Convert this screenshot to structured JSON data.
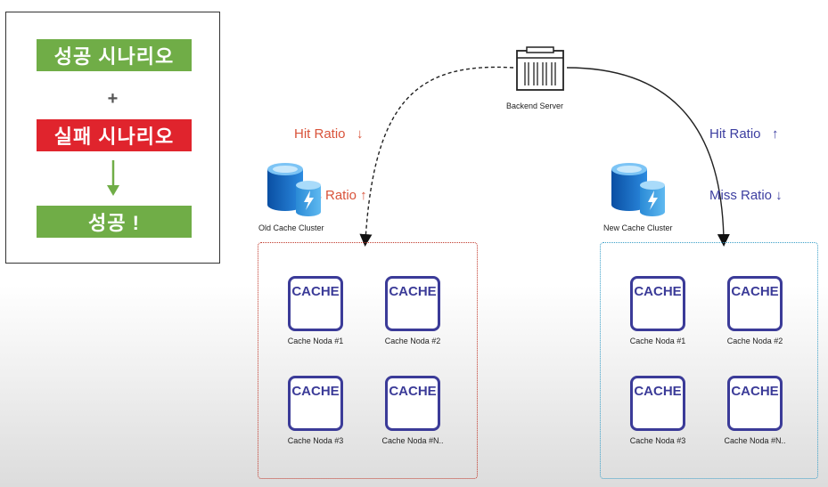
{
  "flow": {
    "success_scenario": "성공 시나리오",
    "plus": "+",
    "failure_scenario": "실패 시나리오",
    "result": "성공 !"
  },
  "backend": {
    "label": "Backend Server"
  },
  "old_ratio": {
    "hit": "Hit Ratio   ↓",
    "miss": "Miss Ratio ↑"
  },
  "new_ratio": {
    "hit": "Hit Ratio   ↑",
    "miss": "Miss Ratio ↓"
  },
  "old_cluster": {
    "label": "Old Cache Cluster",
    "nodes": [
      {
        "icon_text": "CACHE",
        "label": "Cache Noda #1"
      },
      {
        "icon_text": "CACHE",
        "label": "Cache Noda #2"
      },
      {
        "icon_text": "CACHE",
        "label": "Cache Noda #3"
      },
      {
        "icon_text": "CACHE",
        "label": "Cache Noda #N.."
      }
    ]
  },
  "new_cluster": {
    "label": "New Cache Cluster",
    "nodes": [
      {
        "icon_text": "CACHE",
        "label": "Cache Noda #1"
      },
      {
        "icon_text": "CACHE",
        "label": "Cache Noda #2"
      },
      {
        "icon_text": "CACHE",
        "label": "Cache Noda #3"
      },
      {
        "icon_text": "CACHE",
        "label": "Cache Noda #N.."
      }
    ]
  },
  "colors": {
    "success_green": "#70ad47",
    "failure_red": "#e0242d",
    "old_accent": "#d9533a",
    "new_accent": "#3c3ea0",
    "cache_icon": "#3b3b98",
    "old_border": "#c0392b",
    "new_border": "#3a9fc8"
  }
}
